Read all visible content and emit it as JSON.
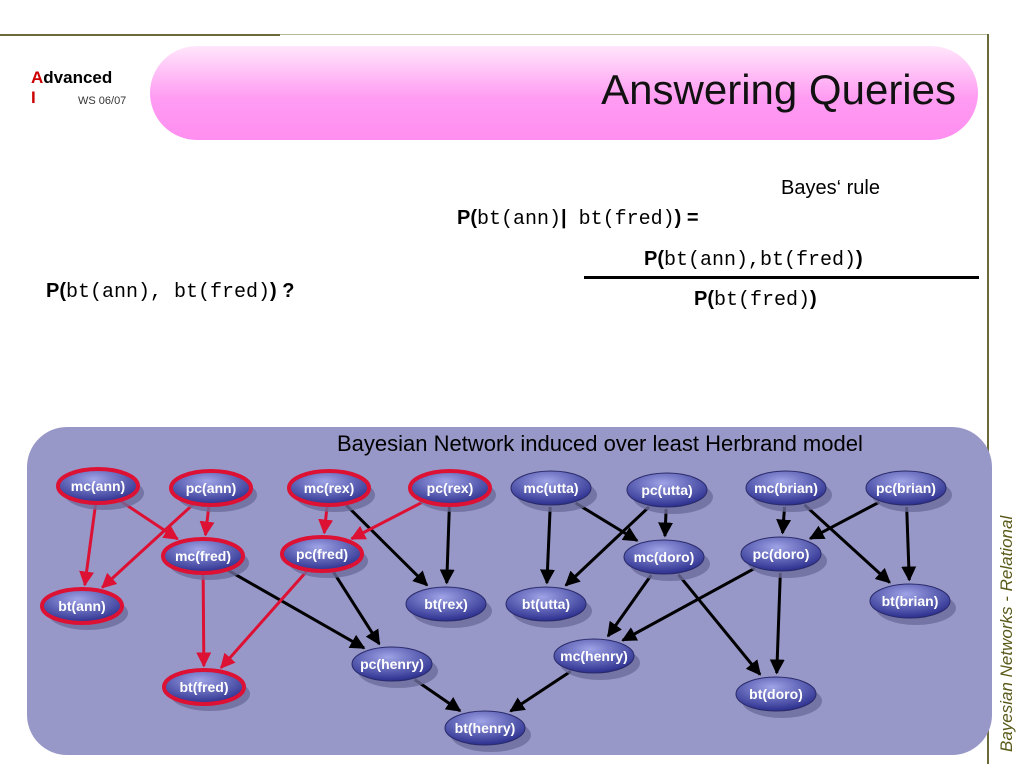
{
  "logo": {
    "first_letter": "A",
    "rest": "dvanced",
    "second_line": "I",
    "term": "WS 06/07"
  },
  "title": "Answering Queries",
  "query": {
    "open": "P(",
    "args": "bt(ann), bt(fred)",
    "close": ") ?"
  },
  "bayes": {
    "label": "Bayes‘ rule",
    "lhs_open": "P(",
    "lhs_args_a": "bt(ann)",
    "lhs_bar": "|",
    "lhs_args_b": " bt(fred)",
    "lhs_close": ") =",
    "num_open": "P(",
    "num_args": "bt(ann),bt(fred)",
    "num_close": ")",
    "den_open": "P(",
    "den_args": "bt(fred)",
    "den_close": ")"
  },
  "side_label": "Bayesian Networks  - Relational",
  "network": {
    "title": "Bayesian Network induced over least Herbrand model",
    "highlight_color": "#dd1133",
    "nodes": [
      {
        "id": "mc_ann",
        "label": "mc(ann)",
        "highlight": true
      },
      {
        "id": "pc_ann",
        "label": "pc(ann)",
        "highlight": true
      },
      {
        "id": "mc_rex",
        "label": "mc(rex)",
        "highlight": true
      },
      {
        "id": "pc_rex",
        "label": "pc(rex)",
        "highlight": true
      },
      {
        "id": "mc_utta",
        "label": "mc(utta)",
        "highlight": false
      },
      {
        "id": "pc_utta",
        "label": "pc(utta)",
        "highlight": false
      },
      {
        "id": "mc_brian",
        "label": "mc(brian)",
        "highlight": false
      },
      {
        "id": "pc_brian",
        "label": "pc(brian)",
        "highlight": false
      },
      {
        "id": "mc_fred",
        "label": "mc(fred)",
        "highlight": true
      },
      {
        "id": "pc_fred",
        "label": "pc(fred)",
        "highlight": true
      },
      {
        "id": "mc_doro",
        "label": "mc(doro)",
        "highlight": false
      },
      {
        "id": "pc_doro",
        "label": "pc(doro)",
        "highlight": false
      },
      {
        "id": "bt_ann",
        "label": "bt(ann)",
        "highlight": true
      },
      {
        "id": "bt_rex",
        "label": "bt(rex)",
        "highlight": false
      },
      {
        "id": "bt_utta",
        "label": "bt(utta)",
        "highlight": false
      },
      {
        "id": "bt_brian",
        "label": "bt(brian)",
        "highlight": false
      },
      {
        "id": "pc_henry",
        "label": "pc(henry)",
        "highlight": false
      },
      {
        "id": "mc_henry",
        "label": "mc(henry)",
        "highlight": false
      },
      {
        "id": "bt_fred",
        "label": "bt(fred)",
        "highlight": true
      },
      {
        "id": "bt_doro",
        "label": "bt(doro)",
        "highlight": false
      },
      {
        "id": "bt_henry",
        "label": "bt(henry)",
        "highlight": false
      }
    ],
    "edges": [
      {
        "from": "mc_ann",
        "to": "bt_ann",
        "highlight": true
      },
      {
        "from": "mc_ann",
        "to": "mc_fred",
        "highlight": true
      },
      {
        "from": "pc_ann",
        "to": "bt_ann",
        "highlight": true
      },
      {
        "from": "pc_ann",
        "to": "mc_fred",
        "highlight": true
      },
      {
        "from": "mc_rex",
        "to": "pc_fred",
        "highlight": true
      },
      {
        "from": "mc_rex",
        "to": "bt_rex",
        "highlight": false
      },
      {
        "from": "pc_rex",
        "to": "pc_fred",
        "highlight": true
      },
      {
        "from": "pc_rex",
        "to": "bt_rex",
        "highlight": false
      },
      {
        "from": "mc_utta",
        "to": "bt_utta",
        "highlight": false
      },
      {
        "from": "mc_utta",
        "to": "mc_doro",
        "highlight": false
      },
      {
        "from": "pc_utta",
        "to": "bt_utta",
        "highlight": false
      },
      {
        "from": "pc_utta",
        "to": "mc_doro",
        "highlight": false
      },
      {
        "from": "mc_brian",
        "to": "pc_doro",
        "highlight": false
      },
      {
        "from": "mc_brian",
        "to": "bt_brian",
        "highlight": false
      },
      {
        "from": "pc_brian",
        "to": "pc_doro",
        "highlight": false
      },
      {
        "from": "pc_brian",
        "to": "bt_brian",
        "highlight": false
      },
      {
        "from": "mc_fred",
        "to": "bt_fred",
        "highlight": true
      },
      {
        "from": "mc_fred",
        "to": "pc_henry",
        "highlight": false
      },
      {
        "from": "pc_fred",
        "to": "bt_fred",
        "highlight": true
      },
      {
        "from": "pc_fred",
        "to": "pc_henry",
        "highlight": false
      },
      {
        "from": "mc_doro",
        "to": "mc_henry",
        "highlight": false
      },
      {
        "from": "mc_doro",
        "to": "bt_doro",
        "highlight": false
      },
      {
        "from": "pc_doro",
        "to": "mc_henry",
        "highlight": false
      },
      {
        "from": "pc_doro",
        "to": "bt_doro",
        "highlight": false
      },
      {
        "from": "pc_henry",
        "to": "bt_henry",
        "highlight": false
      },
      {
        "from": "mc_henry",
        "to": "bt_henry",
        "highlight": false
      }
    ]
  }
}
